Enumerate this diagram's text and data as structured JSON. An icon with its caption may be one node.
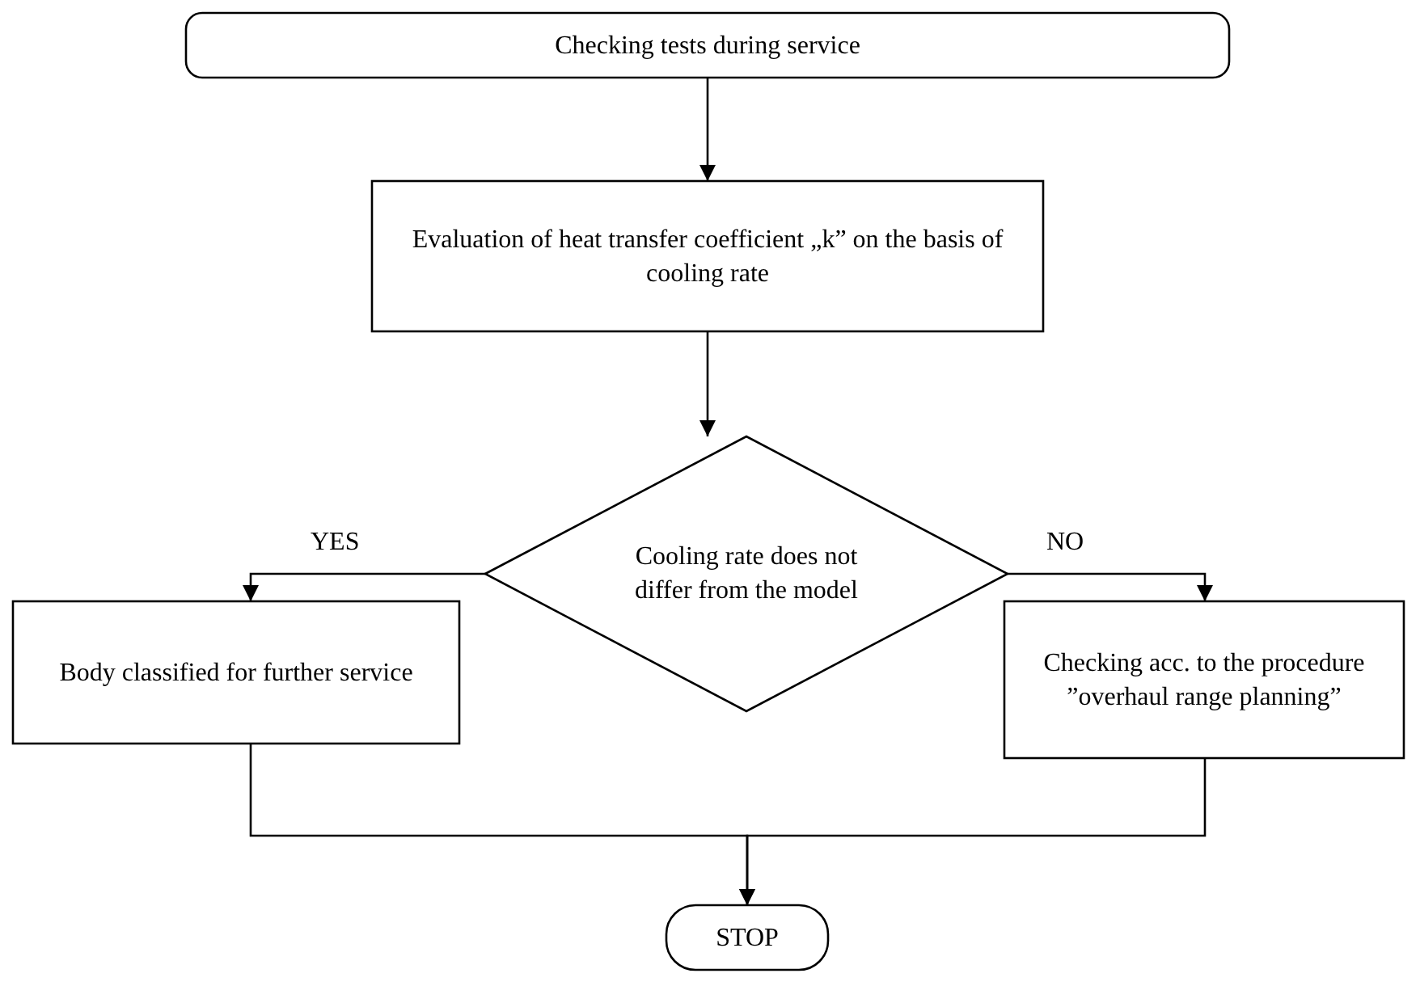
{
  "diagram": {
    "nodes": [
      {
        "text": [
          "Checking tests during service"
        ]
      },
      {
        "text": [
          "Evaluation of heat transfer coefficient „k” on the basis of cooling rate"
        ]
      },
      {
        "text": [
          "Cooling rate does not differ from the model"
        ]
      },
      {
        "text": [
          "Body classified for further service"
        ]
      },
      {
        "text": [
          "Checking acc. to the procedure ”overhaul range planning”"
        ]
      },
      {
        "text": [
          "STOP"
        ]
      }
    ],
    "edges": [
      {
        "from": 0,
        "to": 1,
        "arrow": "to"
      },
      {
        "from": 1,
        "to": 2,
        "arrow": "to"
      },
      {
        "from": 2,
        "to": 3,
        "arrow": "to",
        "label": "YES"
      },
      {
        "from": 2,
        "to": 4,
        "arrow": "to",
        "label": "NO"
      },
      {
        "from": 3,
        "to": 5,
        "arrow": "to"
      },
      {
        "from": 4,
        "to": 5,
        "arrow": "to"
      }
    ]
  }
}
